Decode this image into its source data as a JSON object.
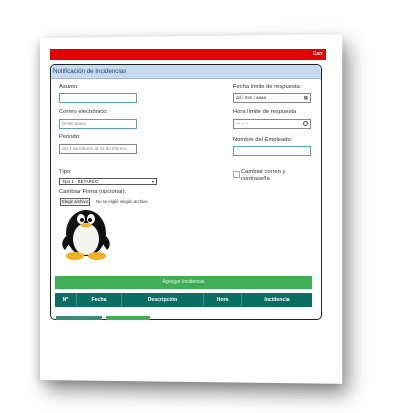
{
  "topbar": {
    "right_text": "Cerr"
  },
  "panel": {
    "title": "Notificación de Incidencias"
  },
  "form": {
    "asunto_label": "Asunto:",
    "correo_label": "Correo electrónico:",
    "correo_placeholder": "Destinatario",
    "periodo_label": "Periodo:",
    "periodo_value": "del 1 de febrero al 22 de febrero",
    "fecha_label": "Fecha límite de respuesta:",
    "fecha_value": "dd / mm / aaaa",
    "hora_label": "Hora límite de respuesta",
    "hora_value": "- - : - -",
    "empleado_label": "Nombre del Empleado:",
    "tipo_label": "Tipo:",
    "tipo_value": "Tipo 1 - RETARDO",
    "cambiar_correo_label": "Cambiar correo y contraseña",
    "firma_label": "Cambiar Firma (opcional):",
    "file_button": "Elegir archivo",
    "file_status": "No se eligió ningún archivo"
  },
  "add_button": "Agregar Incidencia",
  "table": {
    "headers": [
      "Nº",
      "Fecha",
      "Descripción",
      "Hora",
      "Incidencia"
    ]
  },
  "colors": {
    "topbar": "#e40000",
    "header_bar": "#c7dbf0",
    "add_button": "#3fae56",
    "table_header": "#0b6e62"
  },
  "icons": {
    "penguin": "tux-penguin-icon",
    "clock": "clock-icon",
    "calendar": "calendar-icon"
  }
}
